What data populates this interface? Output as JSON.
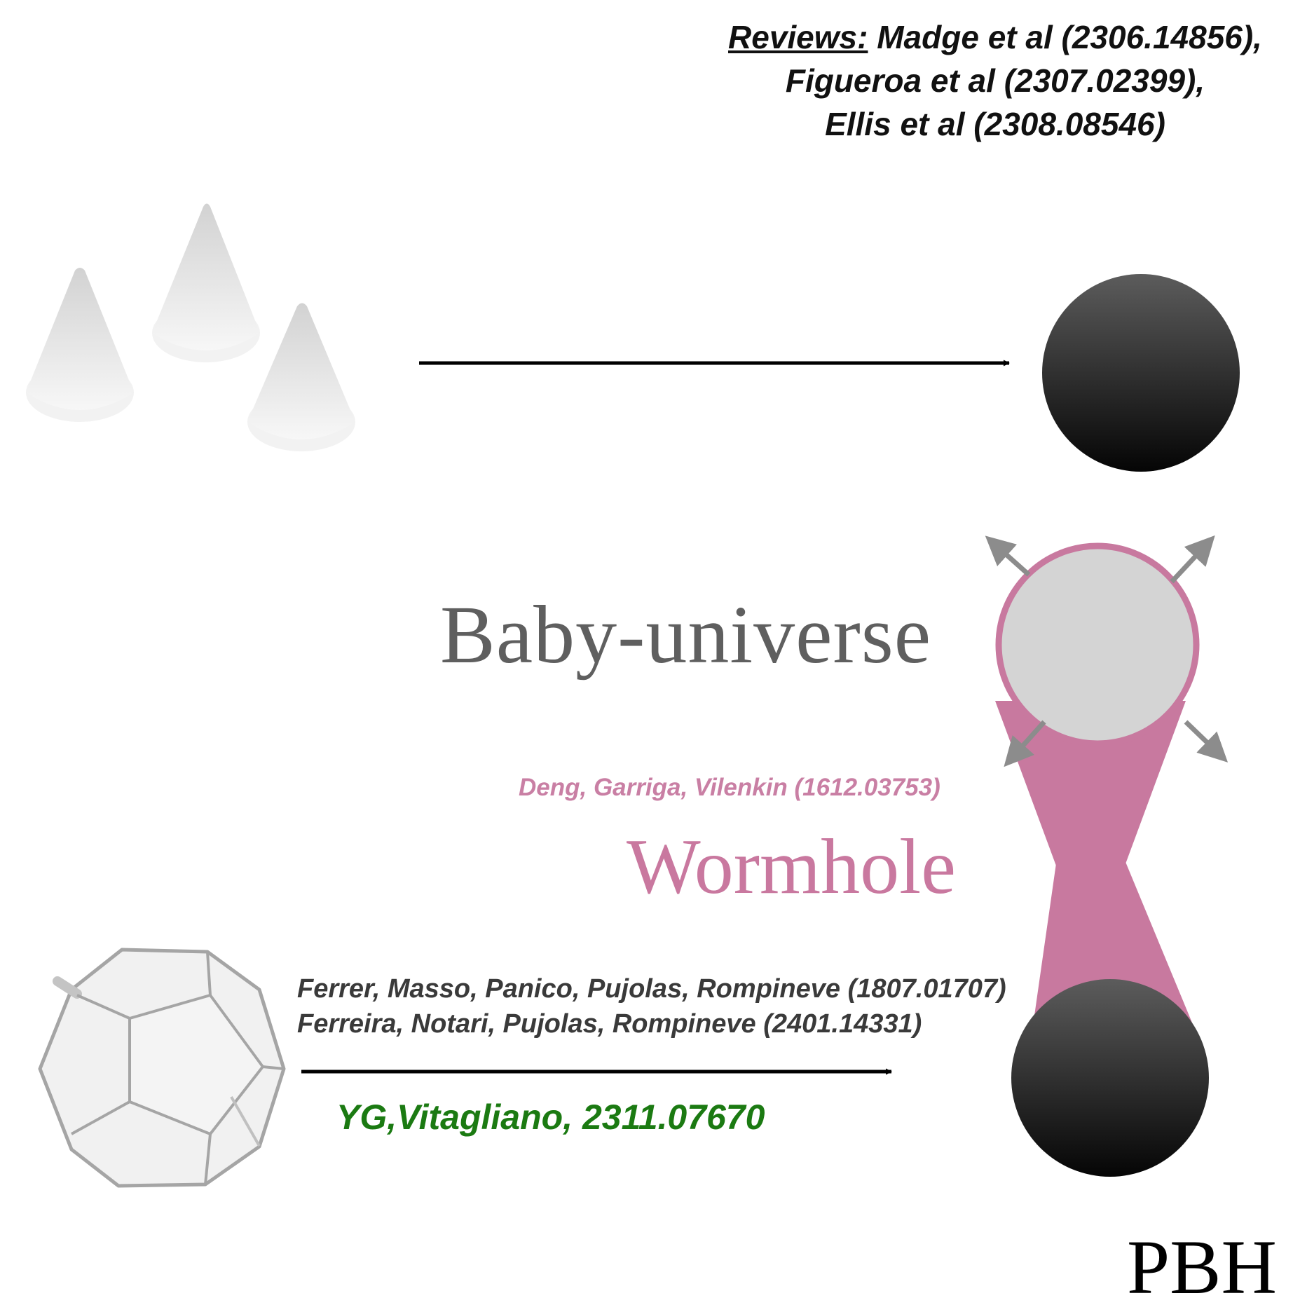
{
  "reviews": {
    "label": "Reviews:",
    "line1": " Madge et al (2306.14856),",
    "line2": "Figueroa et al (2307.02399),",
    "line3": "Ellis et al (2308.08546)"
  },
  "labels": {
    "baby_universe": "Baby-universe",
    "wormhole": "Wormhole",
    "pbh": "PBH"
  },
  "citations": {
    "deng": "Deng, Garriga, Vilenkin (1612.03753)",
    "ferrer": "Ferrer, Masso, Panico, Pujolas, Rompineve (1807.01707)",
    "ferreira": "Ferreira, Notari, Pujolas, Rompineve (2401.14331)",
    "yg": "YG,Vitagliano, 2311.07670"
  },
  "colors": {
    "wormhole": "#c8799f",
    "citation_green": "#1b7a12",
    "baby_text": "#5f5f5f",
    "arrow_gray": "#8c8c8c"
  }
}
